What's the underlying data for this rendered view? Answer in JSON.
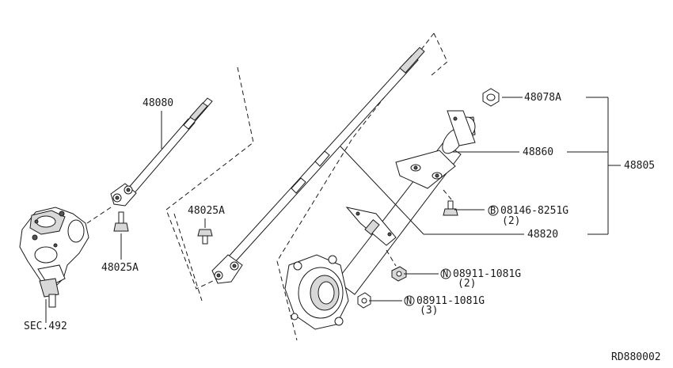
{
  "labels": {
    "p48080": "48080",
    "p48025a_left": "48025A",
    "p48025a_mid": "48025A",
    "sec492": "SEC.492",
    "p48078a": "48078A",
    "p48860": "48860",
    "p48805": "48805",
    "p48820": "48820",
    "bolt_b_code": "08146-8251G",
    "bolt_b_qty": "(2)",
    "bolt_b_prefix": "B",
    "nut_n1_code": "08911-1081G",
    "nut_n1_qty": "(2)",
    "nut_n1_prefix": "N",
    "nut_n2_code": "08911-1081G",
    "nut_n2_qty": "(3)",
    "nut_n2_prefix": "N",
    "diagram_id": "RD880002"
  }
}
